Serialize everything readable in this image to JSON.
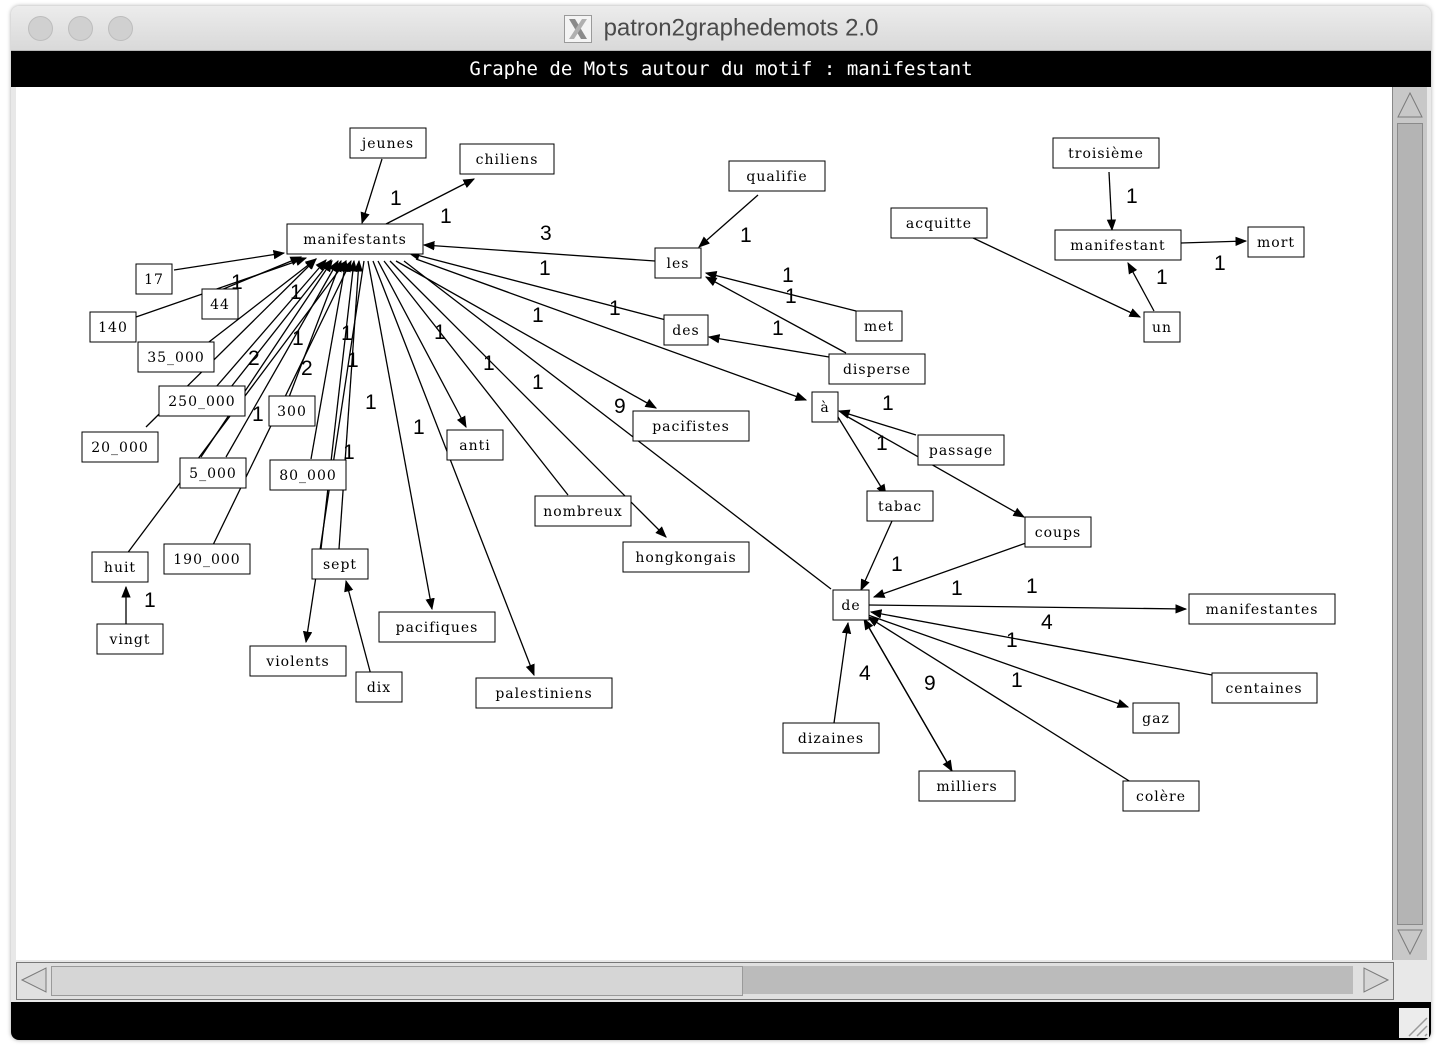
{
  "window": {
    "title": "patron2graphedemots 2.0"
  },
  "header": {
    "text": "Graphe de Mots autour du motif : manifestant"
  },
  "graph": {
    "nodes": [
      {
        "id": "jeunes",
        "label": "jeunes"
      },
      {
        "id": "chiliens",
        "label": "chiliens"
      },
      {
        "id": "manifestants",
        "label": "manifestants"
      },
      {
        "id": "qualifie",
        "label": "qualifie"
      },
      {
        "id": "troisieme",
        "label": "troisième"
      },
      {
        "id": "acquitte",
        "label": "acquitte"
      },
      {
        "id": "manifestant",
        "label": "manifestant"
      },
      {
        "id": "mort",
        "label": "mort"
      },
      {
        "id": "les",
        "label": "les"
      },
      {
        "id": "n17",
        "label": "17"
      },
      {
        "id": "n44",
        "label": "44"
      },
      {
        "id": "n140",
        "label": "140"
      },
      {
        "id": "n35000",
        "label": "35_000"
      },
      {
        "id": "des",
        "label": "des"
      },
      {
        "id": "met",
        "label": "met"
      },
      {
        "id": "un",
        "label": "un"
      },
      {
        "id": "disperse",
        "label": "disperse"
      },
      {
        "id": "n250000",
        "label": "250_000"
      },
      {
        "id": "n300",
        "label": "300"
      },
      {
        "id": "a",
        "label": "à"
      },
      {
        "id": "pacifistes",
        "label": "pacifistes"
      },
      {
        "id": "n20000",
        "label": "20_000"
      },
      {
        "id": "anti",
        "label": "anti"
      },
      {
        "id": "passage",
        "label": "passage"
      },
      {
        "id": "n5000",
        "label": "5_000"
      },
      {
        "id": "n80000",
        "label": "80_000"
      },
      {
        "id": "tabac",
        "label": "tabac"
      },
      {
        "id": "nombreux",
        "label": "nombreux"
      },
      {
        "id": "coups",
        "label": "coups"
      },
      {
        "id": "hongkongais",
        "label": "hongkongais"
      },
      {
        "id": "huit",
        "label": "huit"
      },
      {
        "id": "n190000",
        "label": "190_000"
      },
      {
        "id": "sept",
        "label": "sept"
      },
      {
        "id": "de",
        "label": "de"
      },
      {
        "id": "manifestantes",
        "label": "manifestantes"
      },
      {
        "id": "pacifiques",
        "label": "pacifiques"
      },
      {
        "id": "vingt",
        "label": "vingt"
      },
      {
        "id": "violents",
        "label": "violents"
      },
      {
        "id": "dix",
        "label": "dix"
      },
      {
        "id": "centaines",
        "label": "centaines"
      },
      {
        "id": "palestiniens",
        "label": "palestiniens"
      },
      {
        "id": "gaz",
        "label": "gaz"
      },
      {
        "id": "dizaines",
        "label": "dizaines"
      },
      {
        "id": "milliers",
        "label": "milliers"
      },
      {
        "id": "colere",
        "label": "colère"
      }
    ],
    "edge_labels": [
      "1",
      "1",
      "3",
      "1",
      "1",
      "1",
      "1",
      "1",
      "1",
      "1",
      "1",
      "1",
      "1",
      "1",
      "1",
      "2",
      "1",
      "2",
      "1",
      "1",
      "1",
      "1",
      "1",
      "1",
      "1",
      "1",
      "1",
      "9",
      "1",
      "1",
      "1",
      "1",
      "1",
      "1",
      "1",
      "4",
      "1",
      "4",
      "9",
      "1"
    ]
  }
}
